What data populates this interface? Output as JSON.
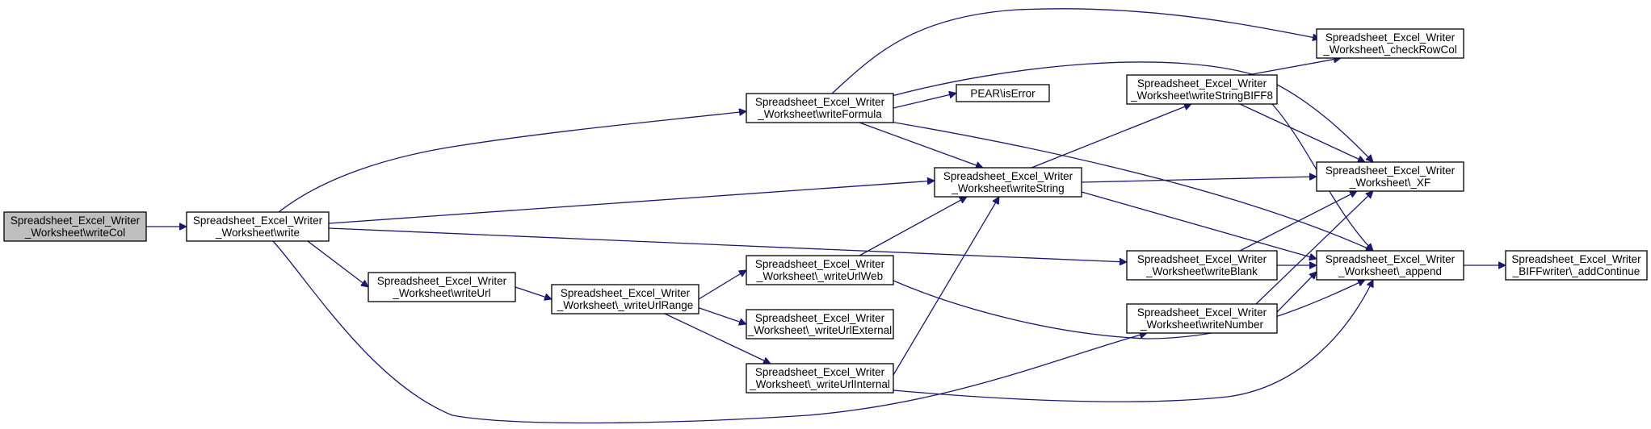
{
  "graph": {
    "edge_color": "#191970",
    "root_fill": "#bfbfbf",
    "node_fill": "#ffffff",
    "nodes": [
      {
        "id": "writeCol",
        "line1": "Spreadsheet_Excel_Writer",
        "line2": "_Worksheet\\writeCol"
      },
      {
        "id": "write",
        "line1": "Spreadsheet_Excel_Writer",
        "line2": "_Worksheet\\write"
      },
      {
        "id": "writeFormula",
        "line1": "Spreadsheet_Excel_Writer",
        "line2": "_Worksheet\\writeFormula"
      },
      {
        "id": "isError",
        "line1": "PEAR\\isError",
        "line2": ""
      },
      {
        "id": "writeString",
        "line1": "Spreadsheet_Excel_Writer",
        "line2": "_Worksheet\\writeString"
      },
      {
        "id": "writeUrl",
        "line1": "Spreadsheet_Excel_Writer",
        "line2": "_Worksheet\\writeUrl"
      },
      {
        "id": "writeUrlRange",
        "line1": "Spreadsheet_Excel_Writer",
        "line2": "_Worksheet\\_writeUrlRange"
      },
      {
        "id": "writeUrlWeb",
        "line1": "Spreadsheet_Excel_Writer",
        "line2": "_Worksheet\\_writeUrlWeb"
      },
      {
        "id": "writeUrlExternal",
        "line1": "Spreadsheet_Excel_Writer",
        "line2": "_Worksheet\\_writeUrlExternal"
      },
      {
        "id": "writeUrlInternal",
        "line1": "Spreadsheet_Excel_Writer",
        "line2": "_Worksheet\\_writeUrlInternal"
      },
      {
        "id": "writeStringBIFF8",
        "line1": "Spreadsheet_Excel_Writer",
        "line2": "_Worksheet\\writeStringBIFF8"
      },
      {
        "id": "writeBlank",
        "line1": "Spreadsheet_Excel_Writer",
        "line2": "_Worksheet\\writeBlank"
      },
      {
        "id": "writeNumber",
        "line1": "Spreadsheet_Excel_Writer",
        "line2": "_Worksheet\\writeNumber"
      },
      {
        "id": "checkRowCol",
        "line1": "Spreadsheet_Excel_Writer",
        "line2": "_Worksheet\\_checkRowCol"
      },
      {
        "id": "XF",
        "line1": "Spreadsheet_Excel_Writer",
        "line2": "_Worksheet\\_XF"
      },
      {
        "id": "append",
        "line1": "Spreadsheet_Excel_Writer",
        "line2": "_Worksheet\\_append"
      },
      {
        "id": "addContinue",
        "line1": "Spreadsheet_Excel_Writer",
        "line2": "_BIFFwriter\\_addContinue"
      }
    ],
    "edges": [
      {
        "from": "writeCol",
        "to": "write"
      },
      {
        "from": "write",
        "to": "writeFormula"
      },
      {
        "from": "write",
        "to": "writeString"
      },
      {
        "from": "write",
        "to": "writeUrl"
      },
      {
        "from": "write",
        "to": "writeBlank"
      },
      {
        "from": "write",
        "to": "writeNumber"
      },
      {
        "from": "writeFormula",
        "to": "isError"
      },
      {
        "from": "writeFormula",
        "to": "writeString"
      },
      {
        "from": "writeFormula",
        "to": "checkRowCol"
      },
      {
        "from": "writeFormula",
        "to": "XF"
      },
      {
        "from": "writeFormula",
        "to": "append"
      },
      {
        "from": "writeString",
        "to": "writeStringBIFF8"
      },
      {
        "from": "writeString",
        "to": "XF"
      },
      {
        "from": "writeString",
        "to": "append"
      },
      {
        "from": "writeUrl",
        "to": "writeUrlRange"
      },
      {
        "from": "writeUrlRange",
        "to": "writeUrlWeb"
      },
      {
        "from": "writeUrlRange",
        "to": "writeUrlExternal"
      },
      {
        "from": "writeUrlRange",
        "to": "writeUrlInternal"
      },
      {
        "from": "writeUrlWeb",
        "to": "writeString"
      },
      {
        "from": "writeUrlWeb",
        "to": "append"
      },
      {
        "from": "writeUrlInternal",
        "to": "writeString"
      },
      {
        "from": "writeUrlInternal",
        "to": "append"
      },
      {
        "from": "writeStringBIFF8",
        "to": "checkRowCol"
      },
      {
        "from": "writeStringBIFF8",
        "to": "XF"
      },
      {
        "from": "writeStringBIFF8",
        "to": "append"
      },
      {
        "from": "writeBlank",
        "to": "XF"
      },
      {
        "from": "writeBlank",
        "to": "append"
      },
      {
        "from": "writeNumber",
        "to": "XF"
      },
      {
        "from": "writeNumber",
        "to": "append"
      },
      {
        "from": "append",
        "to": "addContinue"
      }
    ]
  }
}
